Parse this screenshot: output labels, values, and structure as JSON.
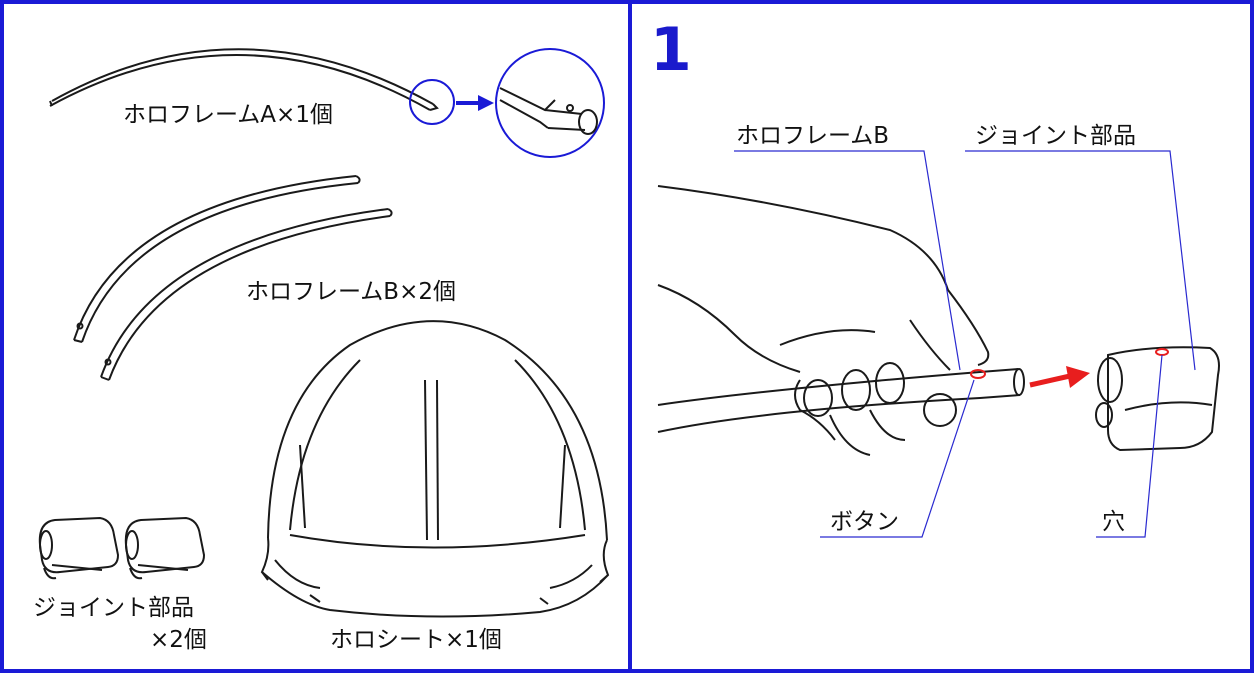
{
  "colors": {
    "border": "#1a1ad6",
    "leader": "#2a2ad0",
    "accent_red": "#e81e1e",
    "line": "#1a1a1a"
  },
  "left_panel": {
    "frame_a": "ホロフレームA×1個",
    "frame_b": "ホロフレームB×2個",
    "joint_line1": "ジョイント部品",
    "joint_line2": "×2個",
    "sheet": "ホロシート×1個"
  },
  "right_panel": {
    "step_number": "1",
    "label_frame_b": "ホロフレームB",
    "label_joint": "ジョイント部品",
    "label_button": "ボタン",
    "label_hole": "穴"
  },
  "icons": [
    "zoom-arrow-icon",
    "insert-arrow-icon",
    "magnify-circle-icon"
  ]
}
